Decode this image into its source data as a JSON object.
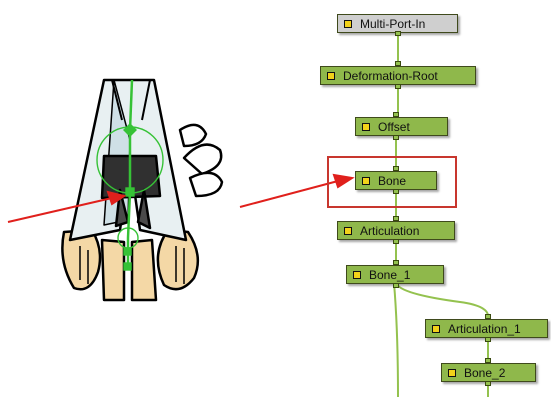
{
  "colors": {
    "node_green": "#8fb84b",
    "node_grey": "#cfcfcf",
    "node_checkbox": "#f2d21a",
    "wire_green": "#94c24f",
    "arrow_red": "#e0201c",
    "highlight_red": "#c8362e",
    "rig_green": "#36c236"
  },
  "nodes": [
    {
      "id": "multi-port-in",
      "label": "Multi-Port-In",
      "style": "grey"
    },
    {
      "id": "deformation-root",
      "label": "Deformation-Root",
      "style": "green"
    },
    {
      "id": "offset",
      "label": "Offset",
      "style": "green"
    },
    {
      "id": "bone",
      "label": "Bone",
      "style": "green",
      "selected": true
    },
    {
      "id": "articulation",
      "label": "Articulation",
      "style": "green"
    },
    {
      "id": "bone-1",
      "label": "Bone_1",
      "style": "green"
    },
    {
      "id": "articulation-1",
      "label": "Articulation_1",
      "style": "green"
    },
    {
      "id": "bone-2",
      "label": "Bone_2",
      "style": "green"
    }
  ],
  "icons": {
    "node_toggle": "checkbox-icon",
    "callout": "arrow-icon",
    "rig_bone": "deformation-bone-icon",
    "rig_articulation": "articulation-circle-icon"
  }
}
